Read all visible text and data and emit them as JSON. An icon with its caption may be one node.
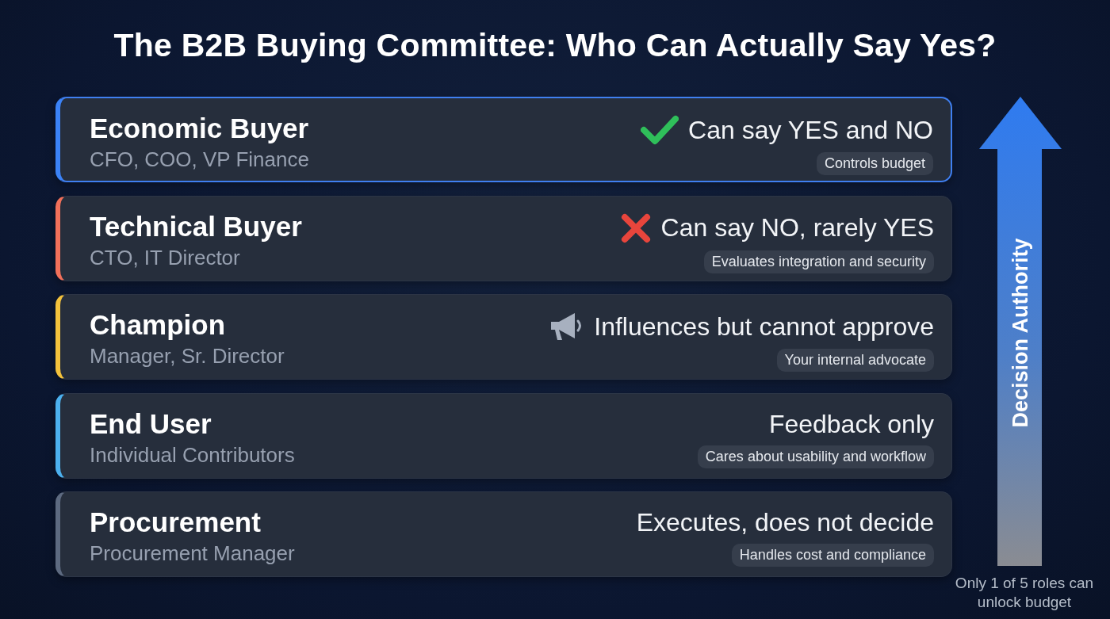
{
  "diagram": {
    "title": "The B2B Buying Committee: Who Can Actually Say Yes?",
    "nodes": [
      {
        "text": [
          "Economic Buyer",
          "CFO, COO, VP Finance",
          "Can say YES and NO",
          "Controls budget"
        ]
      },
      {
        "text": [
          "Technical Buyer",
          "CTO, IT Director",
          "Can say NO, rarely YES",
          "Evaluates integration and security"
        ]
      },
      {
        "text": [
          "Champion",
          "Manager, Sr. Director",
          "Influences but cannot approve",
          "Your internal advocate"
        ]
      },
      {
        "text": [
          "End User",
          "Individual Contributors",
          "Feedback only",
          "Cares about usability and workflow"
        ]
      },
      {
        "text": [
          "Procurement",
          "Procurement Manager",
          "Executes, does not decide",
          "Handles cost and compliance"
        ]
      }
    ],
    "labels": [
      "Decision Authority",
      "Only 1 of 5 roles can unlock budget"
    ]
  }
}
